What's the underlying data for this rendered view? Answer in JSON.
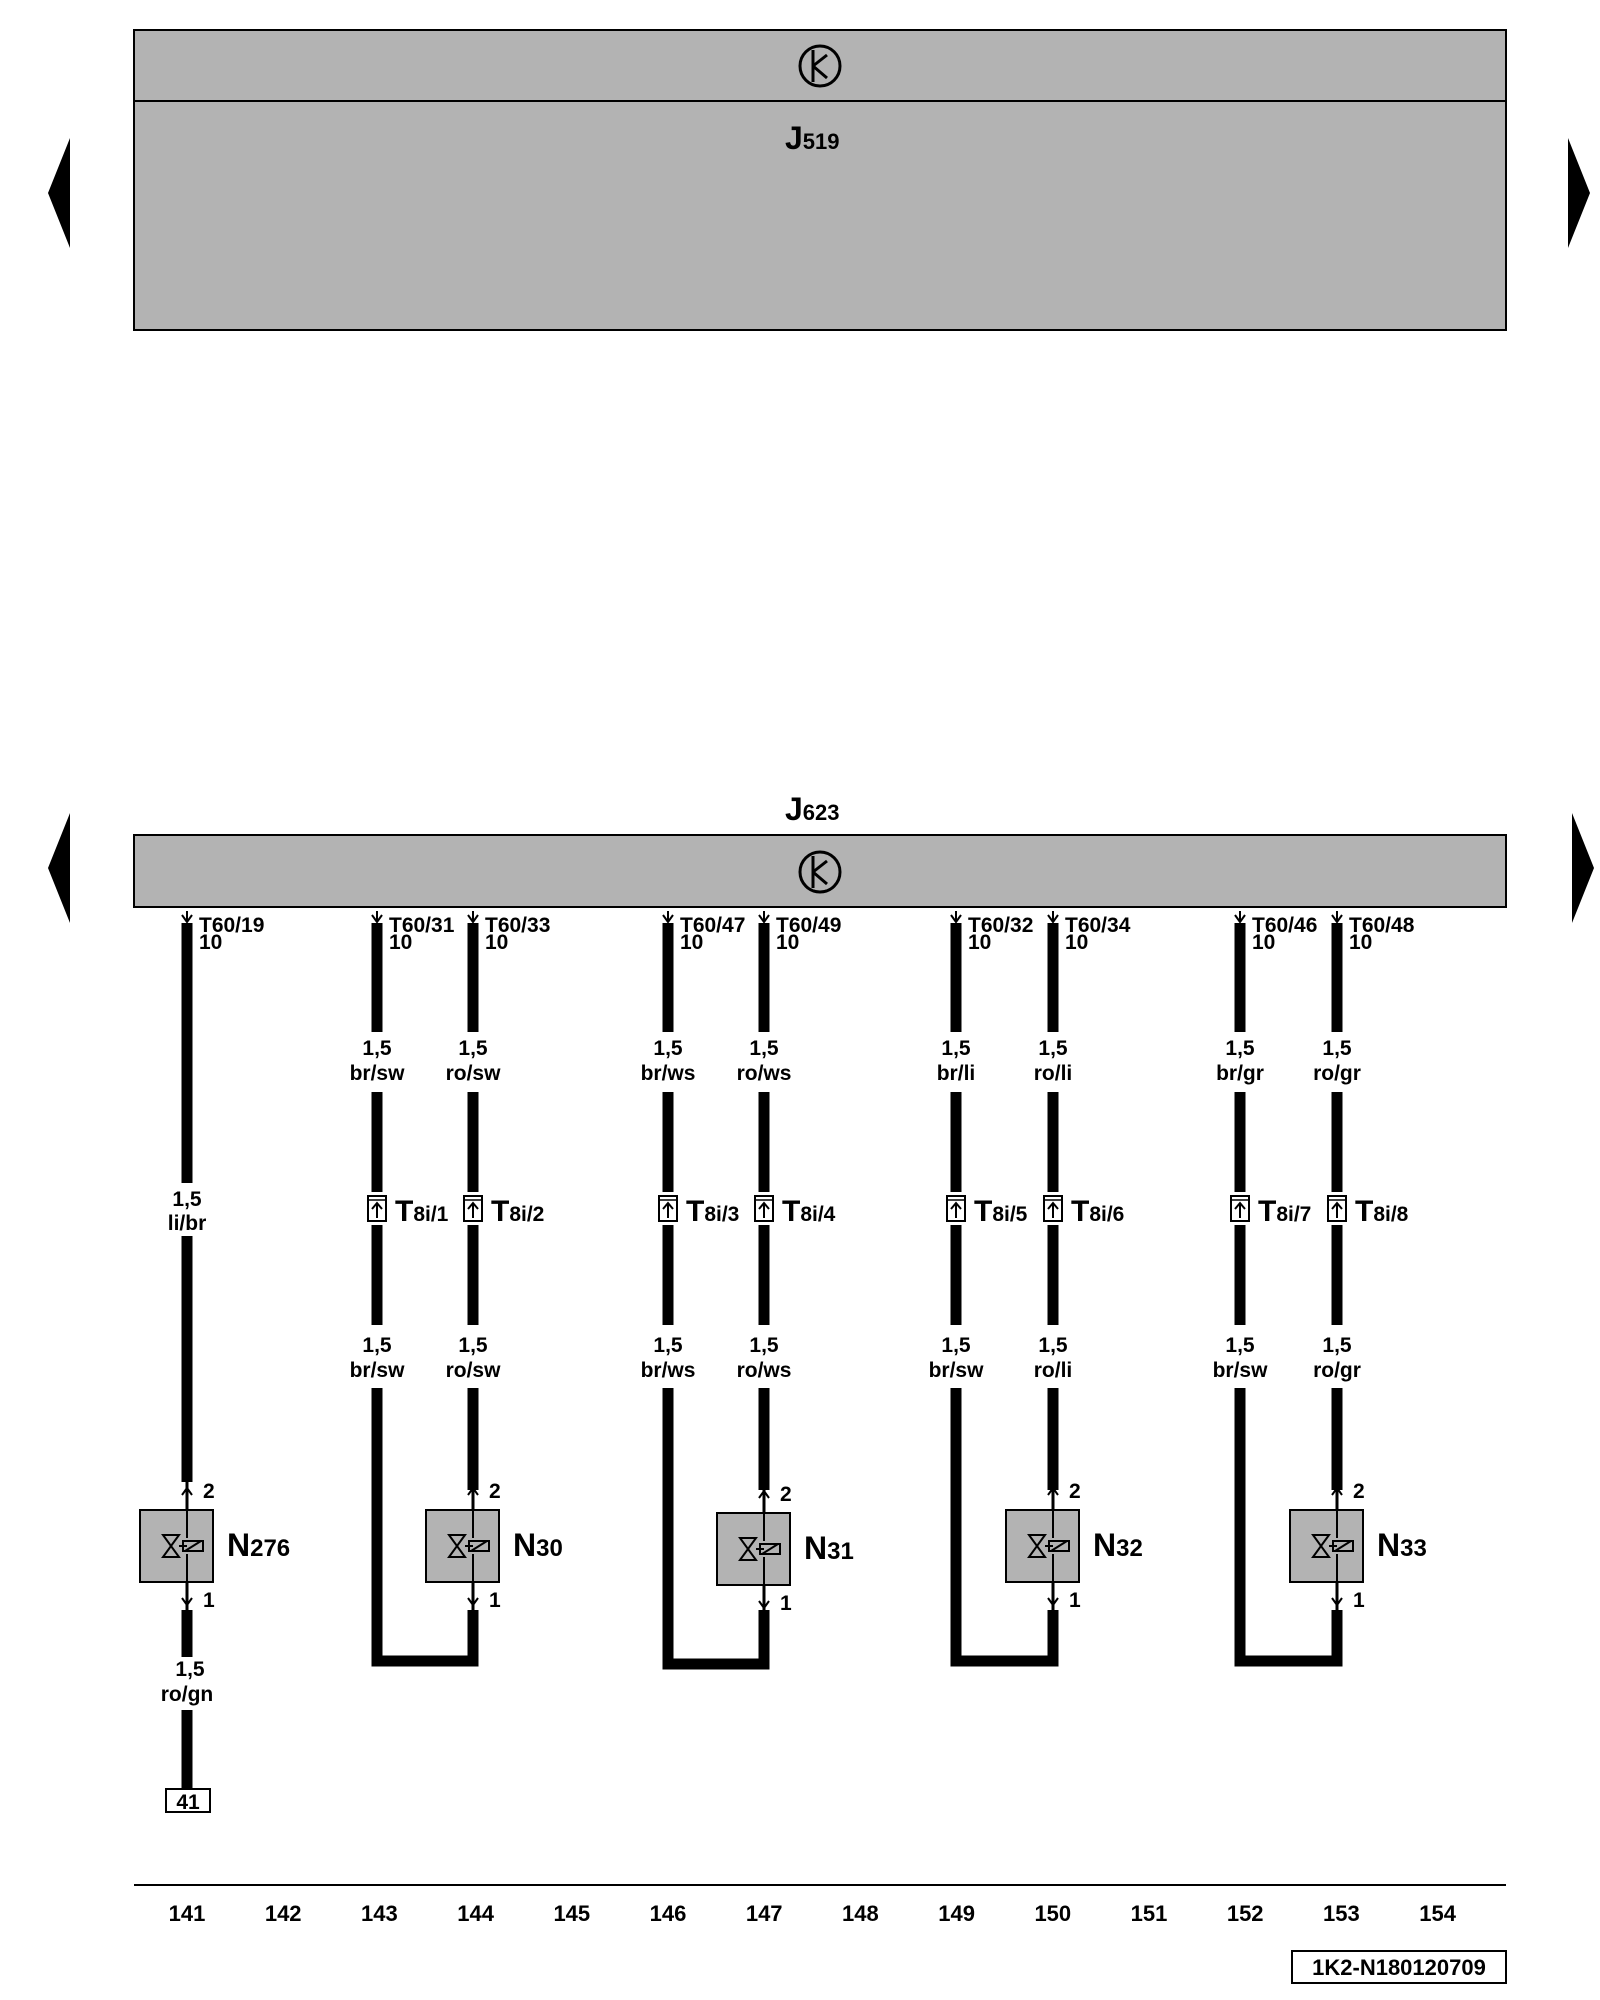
{
  "ecu_top": {
    "id_main": "J",
    "id_sub": "519"
  },
  "ecu_bottom": {
    "id_main": "J",
    "id_sub": "623"
  },
  "wires": [
    {
      "pin": "T60/19",
      "pin_num": "10",
      "upper_size": "",
      "upper_color": "",
      "conn_main": "",
      "conn_sub": "",
      "lower_size": "1,5",
      "lower_color": "li/br"
    },
    {
      "pin": "T60/31",
      "pin_num": "10",
      "upper_size": "1,5",
      "upper_color": "br/sw",
      "conn_main": "T",
      "conn_sub": "8i/1",
      "lower_size": "1,5",
      "lower_color": "br/sw"
    },
    {
      "pin": "T60/33",
      "pin_num": "10",
      "upper_size": "1,5",
      "upper_color": "ro/sw",
      "conn_main": "T",
      "conn_sub": "8i/2",
      "lower_size": "1,5",
      "lower_color": "ro/sw"
    },
    {
      "pin": "T60/47",
      "pin_num": "10",
      "upper_size": "1,5",
      "upper_color": "br/ws",
      "conn_main": "T",
      "conn_sub": "8i/3",
      "lower_size": "1,5",
      "lower_color": "br/ws"
    },
    {
      "pin": "T60/49",
      "pin_num": "10",
      "upper_size": "1,5",
      "upper_color": "ro/ws",
      "conn_main": "T",
      "conn_sub": "8i/4",
      "lower_size": "1,5",
      "lower_color": "ro/ws"
    },
    {
      "pin": "T60/32",
      "pin_num": "10",
      "upper_size": "1,5",
      "upper_color": "br/li",
      "conn_main": "T",
      "conn_sub": "8i/5",
      "lower_size": "1,5",
      "lower_color": "br/sw"
    },
    {
      "pin": "T60/34",
      "pin_num": "10",
      "upper_size": "1,5",
      "upper_color": "ro/li",
      "conn_main": "T",
      "conn_sub": "8i/6",
      "lower_size": "1,5",
      "lower_color": "ro/li"
    },
    {
      "pin": "T60/46",
      "pin_num": "10",
      "upper_size": "1,5",
      "upper_color": "br/gr",
      "conn_main": "T",
      "conn_sub": "8i/7",
      "lower_size": "1,5",
      "lower_color": "br/sw"
    },
    {
      "pin": "T60/48",
      "pin_num": "10",
      "upper_size": "1,5",
      "upper_color": "ro/gr",
      "conn_main": "T",
      "conn_sub": "8i/8",
      "lower_size": "1,5",
      "lower_color": "ro/gr"
    }
  ],
  "valves": [
    {
      "main": "N",
      "sub": "276",
      "pin_top": "2",
      "pin_bottom": "1"
    },
    {
      "main": "N",
      "sub": "30",
      "pin_top": "2",
      "pin_bottom": "1"
    },
    {
      "main": "N",
      "sub": "31",
      "pin_top": "2",
      "pin_bottom": "1"
    },
    {
      "main": "N",
      "sub": "32",
      "pin_top": "2",
      "pin_bottom": "1"
    },
    {
      "main": "N",
      "sub": "33",
      "pin_top": "2",
      "pin_bottom": "1"
    }
  ],
  "ground_wire": {
    "size": "1,5",
    "color": "ro/gn",
    "ref": "41"
  },
  "scale": [
    "141",
    "142",
    "143",
    "144",
    "145",
    "146",
    "147",
    "148",
    "149",
    "150",
    "151",
    "152",
    "153",
    "154"
  ],
  "doc_id": "1K2-N180120709",
  "colors": {
    "box_gray": "#b3b3b3",
    "wire": "#000000",
    "line": "#000000"
  }
}
